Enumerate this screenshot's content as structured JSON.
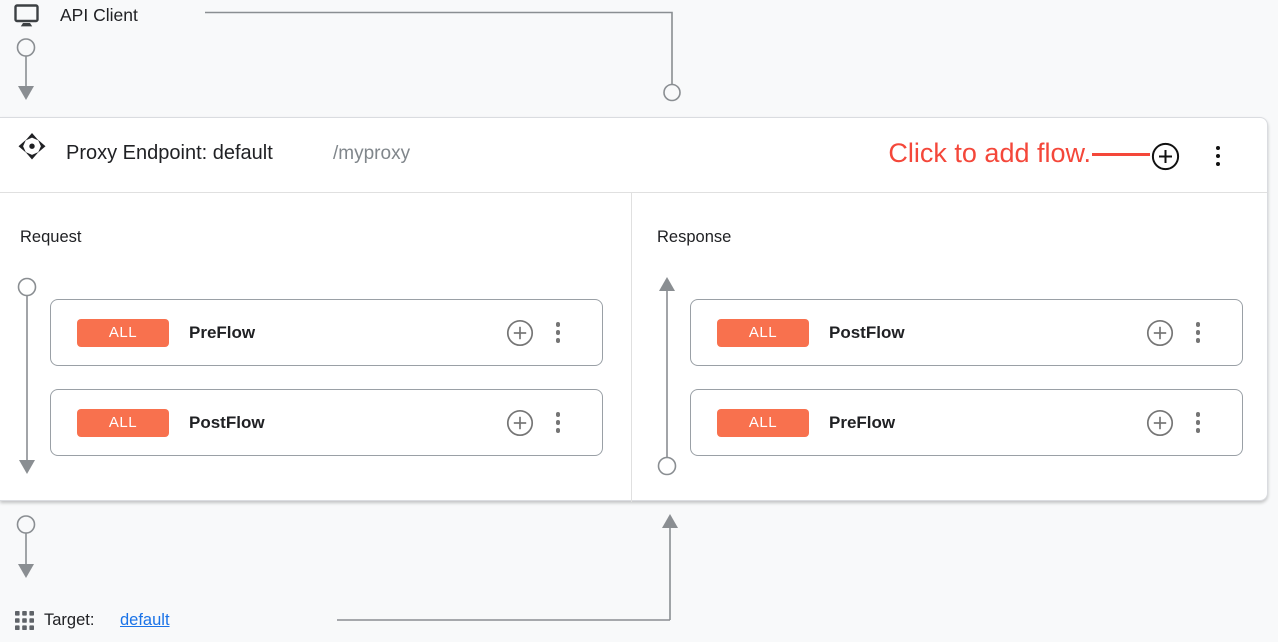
{
  "colors": {
    "badge_orange": "#F8714E",
    "annotation_red": "#F4473A",
    "link_blue": "#1A73E8",
    "connector_gray": "#8A8E92"
  },
  "icons": {
    "api_client": "monitor-icon",
    "proxy_endpoint": "endpoint-arrows-icon",
    "add_flow": "add-circle-icon",
    "more_menu": "kebab-menu-icon",
    "target": "grid-icon"
  },
  "api_client": {
    "label": "API Client"
  },
  "proxy_endpoint": {
    "title": "Proxy Endpoint: default",
    "path": "/myproxy",
    "annotation": "Click to add flow.",
    "request": {
      "label": "Request",
      "flows": [
        {
          "badge": "ALL",
          "name": "PreFlow"
        },
        {
          "badge": "ALL",
          "name": "PostFlow"
        }
      ]
    },
    "response": {
      "label": "Response",
      "flows": [
        {
          "badge": "ALL",
          "name": "PostFlow"
        },
        {
          "badge": "ALL",
          "name": "PreFlow"
        }
      ]
    }
  },
  "target": {
    "label": "Target:",
    "link_text": "default"
  }
}
